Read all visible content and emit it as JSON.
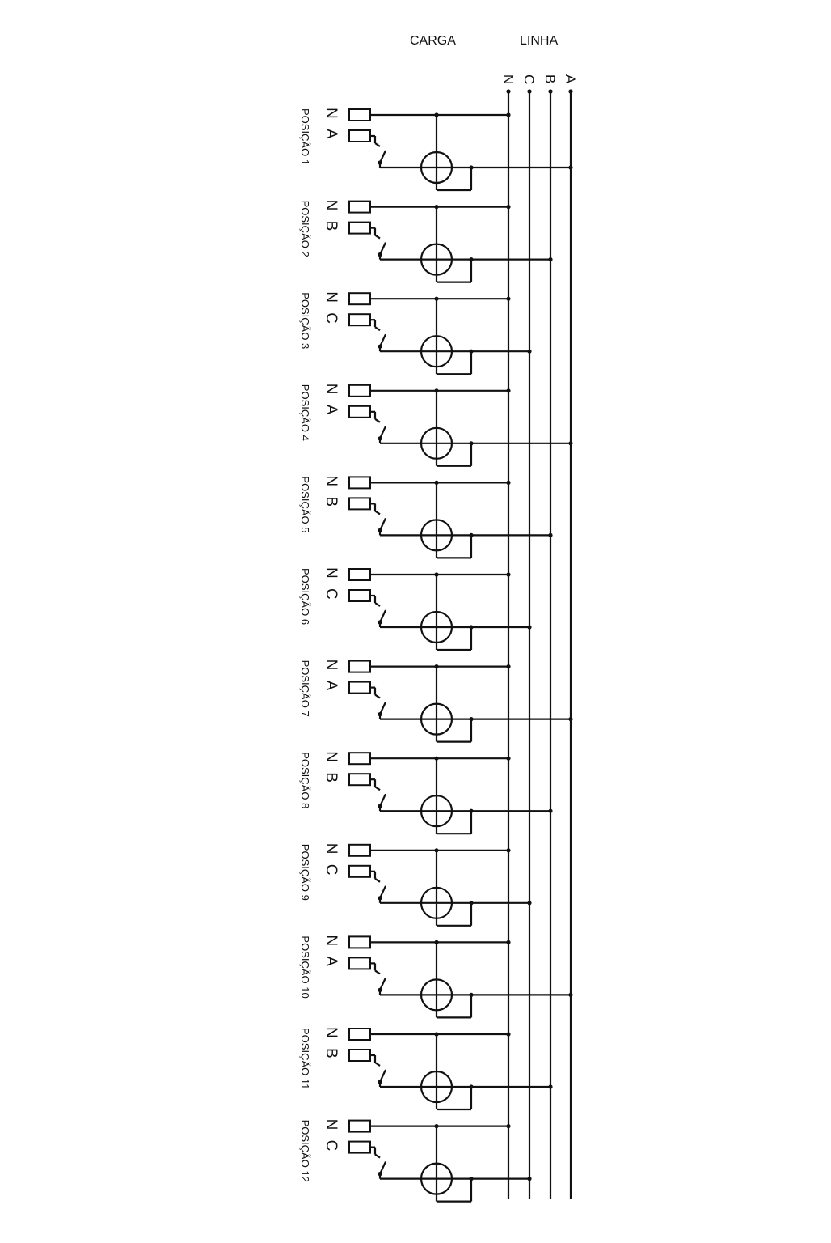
{
  "header": {
    "carga": "CARGA",
    "linha": "LINHA"
  },
  "buses": [
    {
      "label": "N"
    },
    {
      "label": "C"
    },
    {
      "label": "B"
    },
    {
      "label": "A"
    }
  ],
  "positions": [
    {
      "label": "POSIÇÃO 1",
      "n": "N",
      "phase": "A"
    },
    {
      "label": "POSIÇÃO 2",
      "n": "N",
      "phase": "B"
    },
    {
      "label": "POSIÇÃO 3",
      "n": "N",
      "phase": "C"
    },
    {
      "label": "POSIÇÃO 4",
      "n": "N",
      "phase": "A"
    },
    {
      "label": "POSIÇÃO 5",
      "n": "N",
      "phase": "B"
    },
    {
      "label": "POSIÇÃO 6",
      "n": "N",
      "phase": "C"
    },
    {
      "label": "POSIÇÃO 7",
      "n": "N",
      "phase": "A"
    },
    {
      "label": "POSIÇÃO 8",
      "n": "N",
      "phase": "B"
    },
    {
      "label": "POSIÇÃO 9",
      "n": "N",
      "phase": "C"
    },
    {
      "label": "POSIÇÃO 10",
      "n": "N",
      "phase": "A"
    },
    {
      "label": "POSIÇÃO 11",
      "n": "N",
      "phase": "B"
    },
    {
      "label": "POSIÇÃO 12",
      "n": "N",
      "phase": "C"
    }
  ]
}
